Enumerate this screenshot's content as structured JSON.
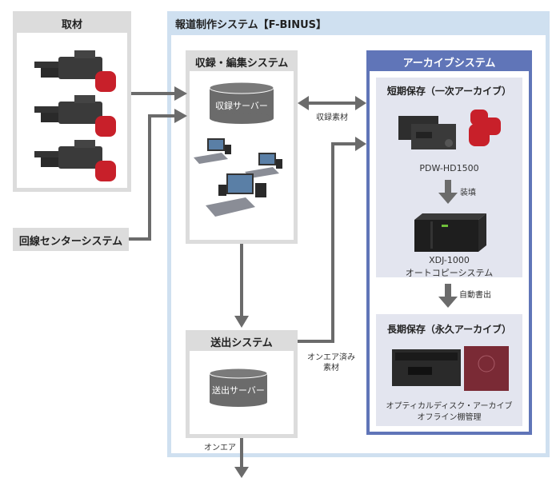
{
  "coverage": {
    "title": "取材",
    "devices": [
      "camcorder",
      "camcorder",
      "camcorder"
    ]
  },
  "line_center": {
    "title": "回線センターシステム"
  },
  "news_system": {
    "title": "報道制作システム【F-BINUS】"
  },
  "recording_editing": {
    "title": "収録・編集システム",
    "server_label": "収録サーバー"
  },
  "transmission": {
    "title": "送出システム",
    "server_label": "送出サーバー"
  },
  "archive": {
    "title": "アーカイブシステム",
    "short_term": {
      "title": "短期保存（一次アーカイブ）",
      "device_label": "PDW-HD1500"
    },
    "load_label": "装填",
    "autocopy": {
      "model": "XDJ-1000",
      "label": "オートコピーシステム"
    },
    "auto_write_label": "自動書出",
    "long_term": {
      "title": "長期保存（永久アーカイブ）",
      "label_line1": "オプティカルディスク・アーカイブ",
      "label_line2": "オフライン棚管理"
    }
  },
  "flows": {
    "recorded_material": "収録素材",
    "aired_material_line1": "オンエア済み",
    "aired_material_line2": "素材",
    "on_air": "オンエア"
  },
  "colors": {
    "gray_box": "#dcdcdc",
    "news_frame": "#cfe0f0",
    "archive_blue": "#6075b8",
    "archive_panel": "#e3e5ef",
    "arrow": "#6b6b6b",
    "server": "#6b6b6b"
  }
}
